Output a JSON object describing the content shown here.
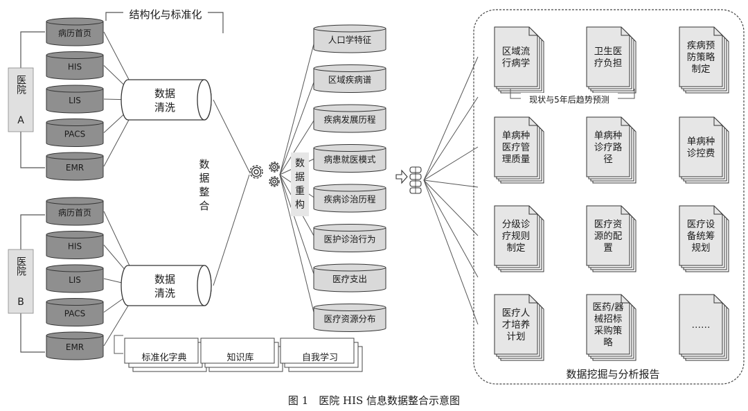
{
  "title": "结构化与标准化",
  "hospitals": [
    {
      "label_line1": "医院",
      "label_line2": "A",
      "sources": [
        "病历首页",
        "HIS",
        "LIS",
        "PACS",
        "EMR"
      ],
      "cleaning": [
        "数据",
        "清洗"
      ]
    },
    {
      "label_line1": "医院",
      "label_line2": "B",
      "sources": [
        "病历首页",
        "HIS",
        "LIS",
        "PACS",
        "EMR"
      ],
      "cleaning": [
        "数据",
        "清洗"
      ]
    }
  ],
  "integration_label": [
    "数",
    "据",
    "整",
    "合"
  ],
  "reconstruction_label": [
    "数",
    "据",
    "重",
    "构"
  ],
  "dimensions": [
    "人口学特征",
    "区域疾病谱",
    "疾病发展历程",
    "病患就医模式",
    "疾病诊治历程",
    "医护诊治行为",
    "医疗支出",
    "医疗资源分布"
  ],
  "knowledge": [
    "标准化字典",
    "知识库",
    "自我学习"
  ],
  "reports": [
    [
      "区域流",
      "行病学"
    ],
    [
      "卫生医",
      "疗负担"
    ],
    [
      "疾病预",
      "防策略",
      "制定"
    ],
    [
      "单病种",
      "医疗管",
      "理质量"
    ],
    [
      "单病种",
      "诊疗路",
      "径"
    ],
    [
      "单病种",
      "诊控费"
    ],
    [
      "分级诊",
      "疗规则",
      "制定"
    ],
    [
      "医疗资",
      "源的配",
      "置"
    ],
    [
      "医疗设",
      "备统筹",
      "规划"
    ],
    [
      "医疗人",
      "才培养",
      "计划"
    ],
    [
      "医药/器",
      "械招标",
      "采购策",
      "略"
    ],
    [
      "……"
    ]
  ],
  "trend_label": "现状与5年后趋势预测",
  "panel_label": "数据挖掘与分析报告",
  "caption": "图 1　医院 HIS 信息数据整合示意图",
  "colors": {
    "line": "#555555",
    "dark_cylinder": "#8f8f8f",
    "light_cylinder": "#d9d9d9",
    "doc": "#e6e6e6"
  }
}
